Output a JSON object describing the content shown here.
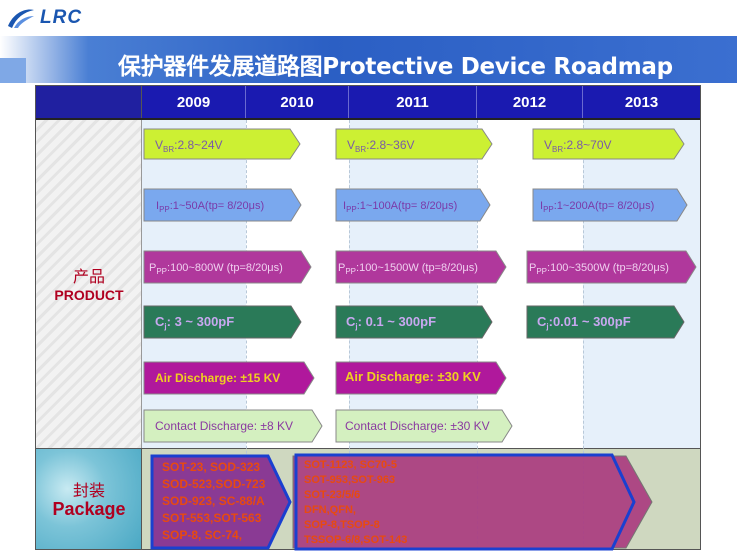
{
  "logo": {
    "name": "LRC",
    "icon": "lrc-swoosh-logo"
  },
  "title": "保护器件发展道路图Protective Device Roadmap",
  "years": [
    "2009",
    "2010",
    "2011",
    "2012",
    "2013"
  ],
  "row_labels": {
    "product_cn": "产品",
    "product_en": "PRODUCT",
    "package_cn": "封装",
    "package_en": "Package"
  },
  "vbr": {
    "symbol": "V",
    "sub": "BR",
    "values": [
      ":2.8~24V",
      ":2.8~36V",
      ":2.8~70V"
    ]
  },
  "ipp": {
    "symbol": "I",
    "sub": "PP",
    "values": [
      ":1~50A(tp= 8/20μs)",
      ":1~100A(tp= 8/20μs)",
      ":1~200A(tp= 8/20μs)"
    ]
  },
  "ppp": {
    "symbol": "P",
    "sub": "PP",
    "values": [
      ":100~800W (tp=8/20μs)",
      ":100~1500W (tp=8/20μs)",
      ":100~3500W (tp=8/20μs)"
    ]
  },
  "cj": {
    "symbol": "C",
    "sub": "j",
    "values": [
      ": 3 ~ 300pF",
      ": 0.1 ~ 300pF",
      ":0.01 ~ 300pF"
    ]
  },
  "air": [
    "Air Discharge: ±15 KV",
    "Air Discharge: ±30 KV"
  ],
  "contact": [
    "Contact Discharge: ±8 KV",
    "Contact Discharge: ±30 KV"
  ],
  "packages_1": [
    "SOT-23, SOD-323",
    "SOD-523,SOD-723",
    "SOD-923, SC-88/A",
    "SOT-553,SOT-563",
    "SOP-8, SC-74,"
  ],
  "packages_2": [
    "SOT-1123, SC70-5",
    "SOT-953,SOT-963",
    "SOT-23/5/6",
    "DFN,QFN,",
    "SOP-8,TSOP-8",
    "TSSOP-6/8,SOT-143"
  ],
  "colors": {
    "vbr": "#ccf033",
    "ipp": "#7aa8ee",
    "ppp": "#b0389c",
    "cj": "#2a7a58",
    "air": "#b0189c",
    "contact": "#d4f0c0",
    "header": "#1a1ab0",
    "pkg_arrow": "#a8307a"
  }
}
